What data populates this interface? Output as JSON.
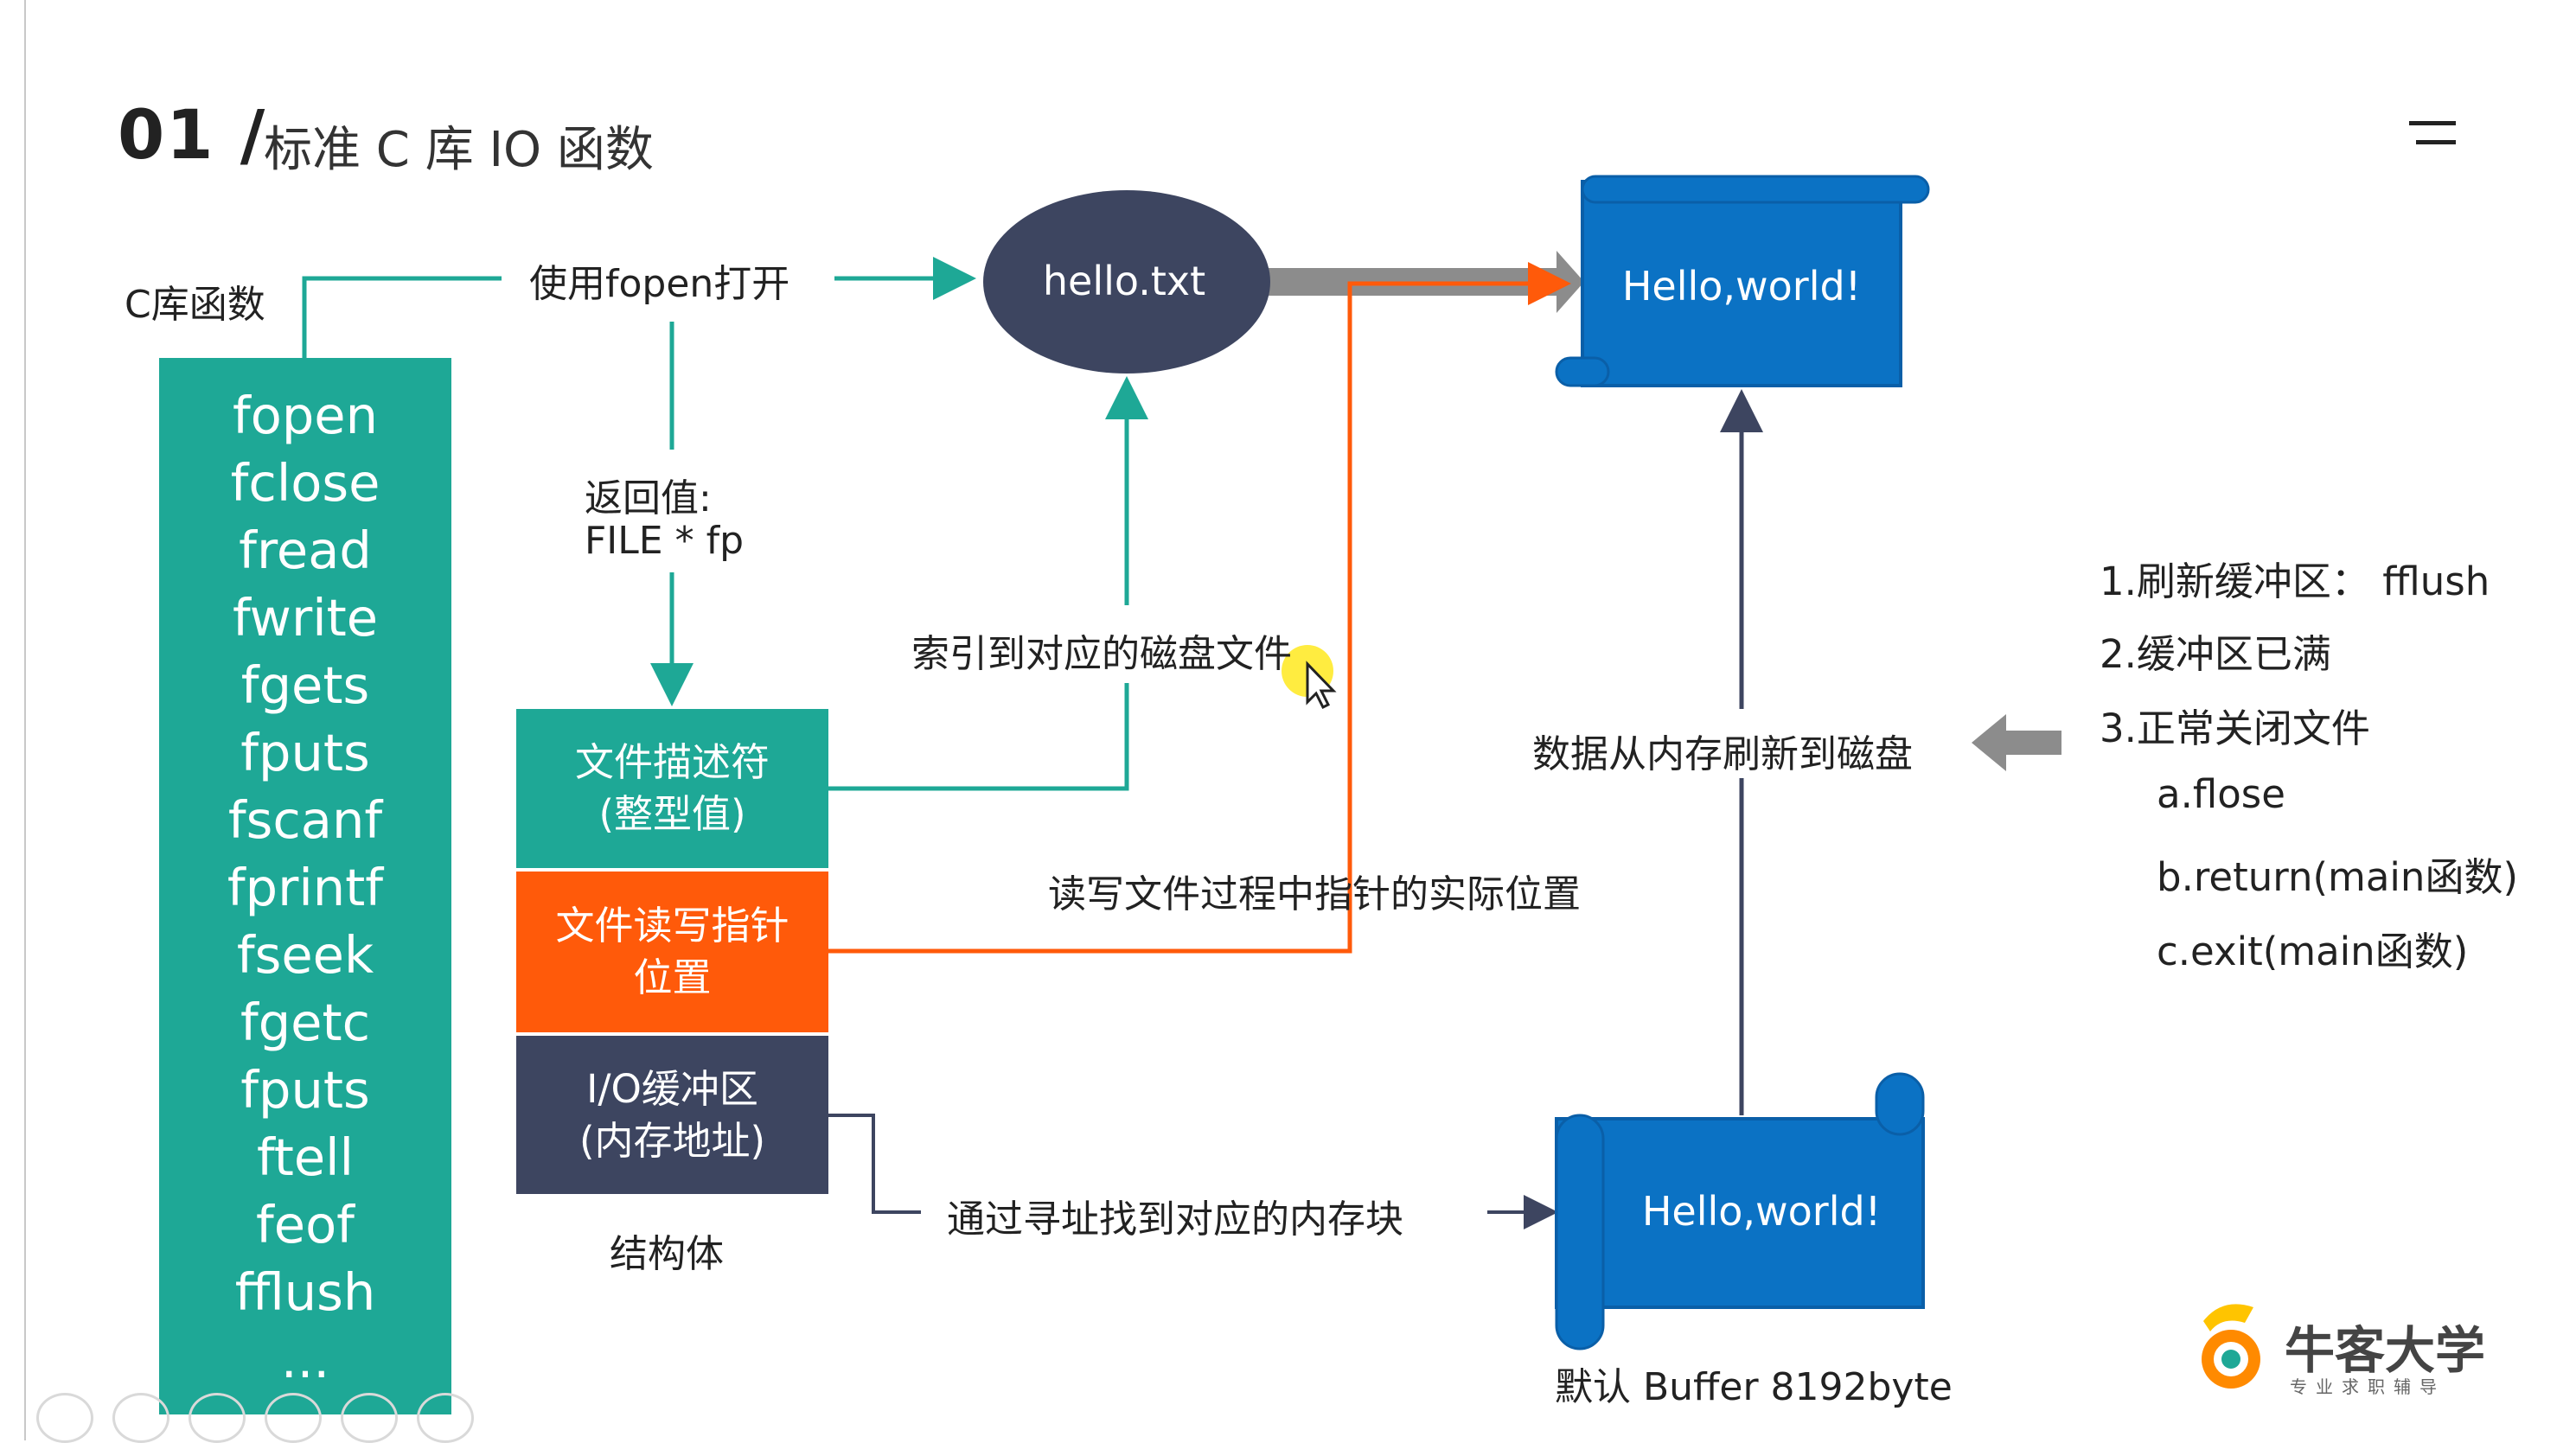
{
  "header": {
    "number": "01 /",
    "title": "标准 C 库 IO 函数"
  },
  "clib": {
    "label": "C库函数",
    "functions": [
      "fopen",
      "fclose",
      "fread",
      "fwrite",
      "fgets",
      "fputs",
      "fscanf",
      "fprintf",
      "fseek",
      "fgetc",
      "fputs",
      "ftell",
      "feof",
      "fflush",
      "..."
    ]
  },
  "flow": {
    "fopen_label": "使用fopen打开",
    "return_line1": "返回值:",
    "return_line2": "FILE * fp",
    "index_label": "索引到对应的磁盘文件",
    "pointer_label": "读写文件过程中指针的实际位置",
    "flush_label": "数据从内存刷新到磁盘",
    "address_label": "通过寻址找到对应的内存块"
  },
  "file_node": {
    "name": "hello.txt"
  },
  "disk_scroll": {
    "text": "Hello,world!"
  },
  "buffer_scroll": {
    "text": "Hello,world!",
    "caption": "默认 Buffer 8192byte"
  },
  "struct": {
    "fd_line1": "文件描述符",
    "fd_line2": "(整型值)",
    "ptr_line1": "文件读写指针",
    "ptr_line2": "位置",
    "buf_line1": "I/O缓冲区",
    "buf_line2": "(内存地址)",
    "caption": "结构体"
  },
  "conditions": [
    "1.刷新缓冲区： fflush",
    "2.缓冲区已满",
    "3.正常关闭文件",
    "a.flose",
    "b.return(main函数)",
    "c.exit(main函数)"
  ],
  "logo": {
    "name": "牛客大学",
    "tagline": "专业求职辅导"
  },
  "colors": {
    "teal": "#1ea896",
    "orange": "#ff5a0a",
    "navy": "#3d4560",
    "blue": "#0b72c4",
    "gray_arrow": "#8c8c8c"
  },
  "icons": [
    "menu-icon",
    "prev-icon",
    "play-icon",
    "pen-icon",
    "grid-icon",
    "zoom-icon",
    "more-icon"
  ]
}
